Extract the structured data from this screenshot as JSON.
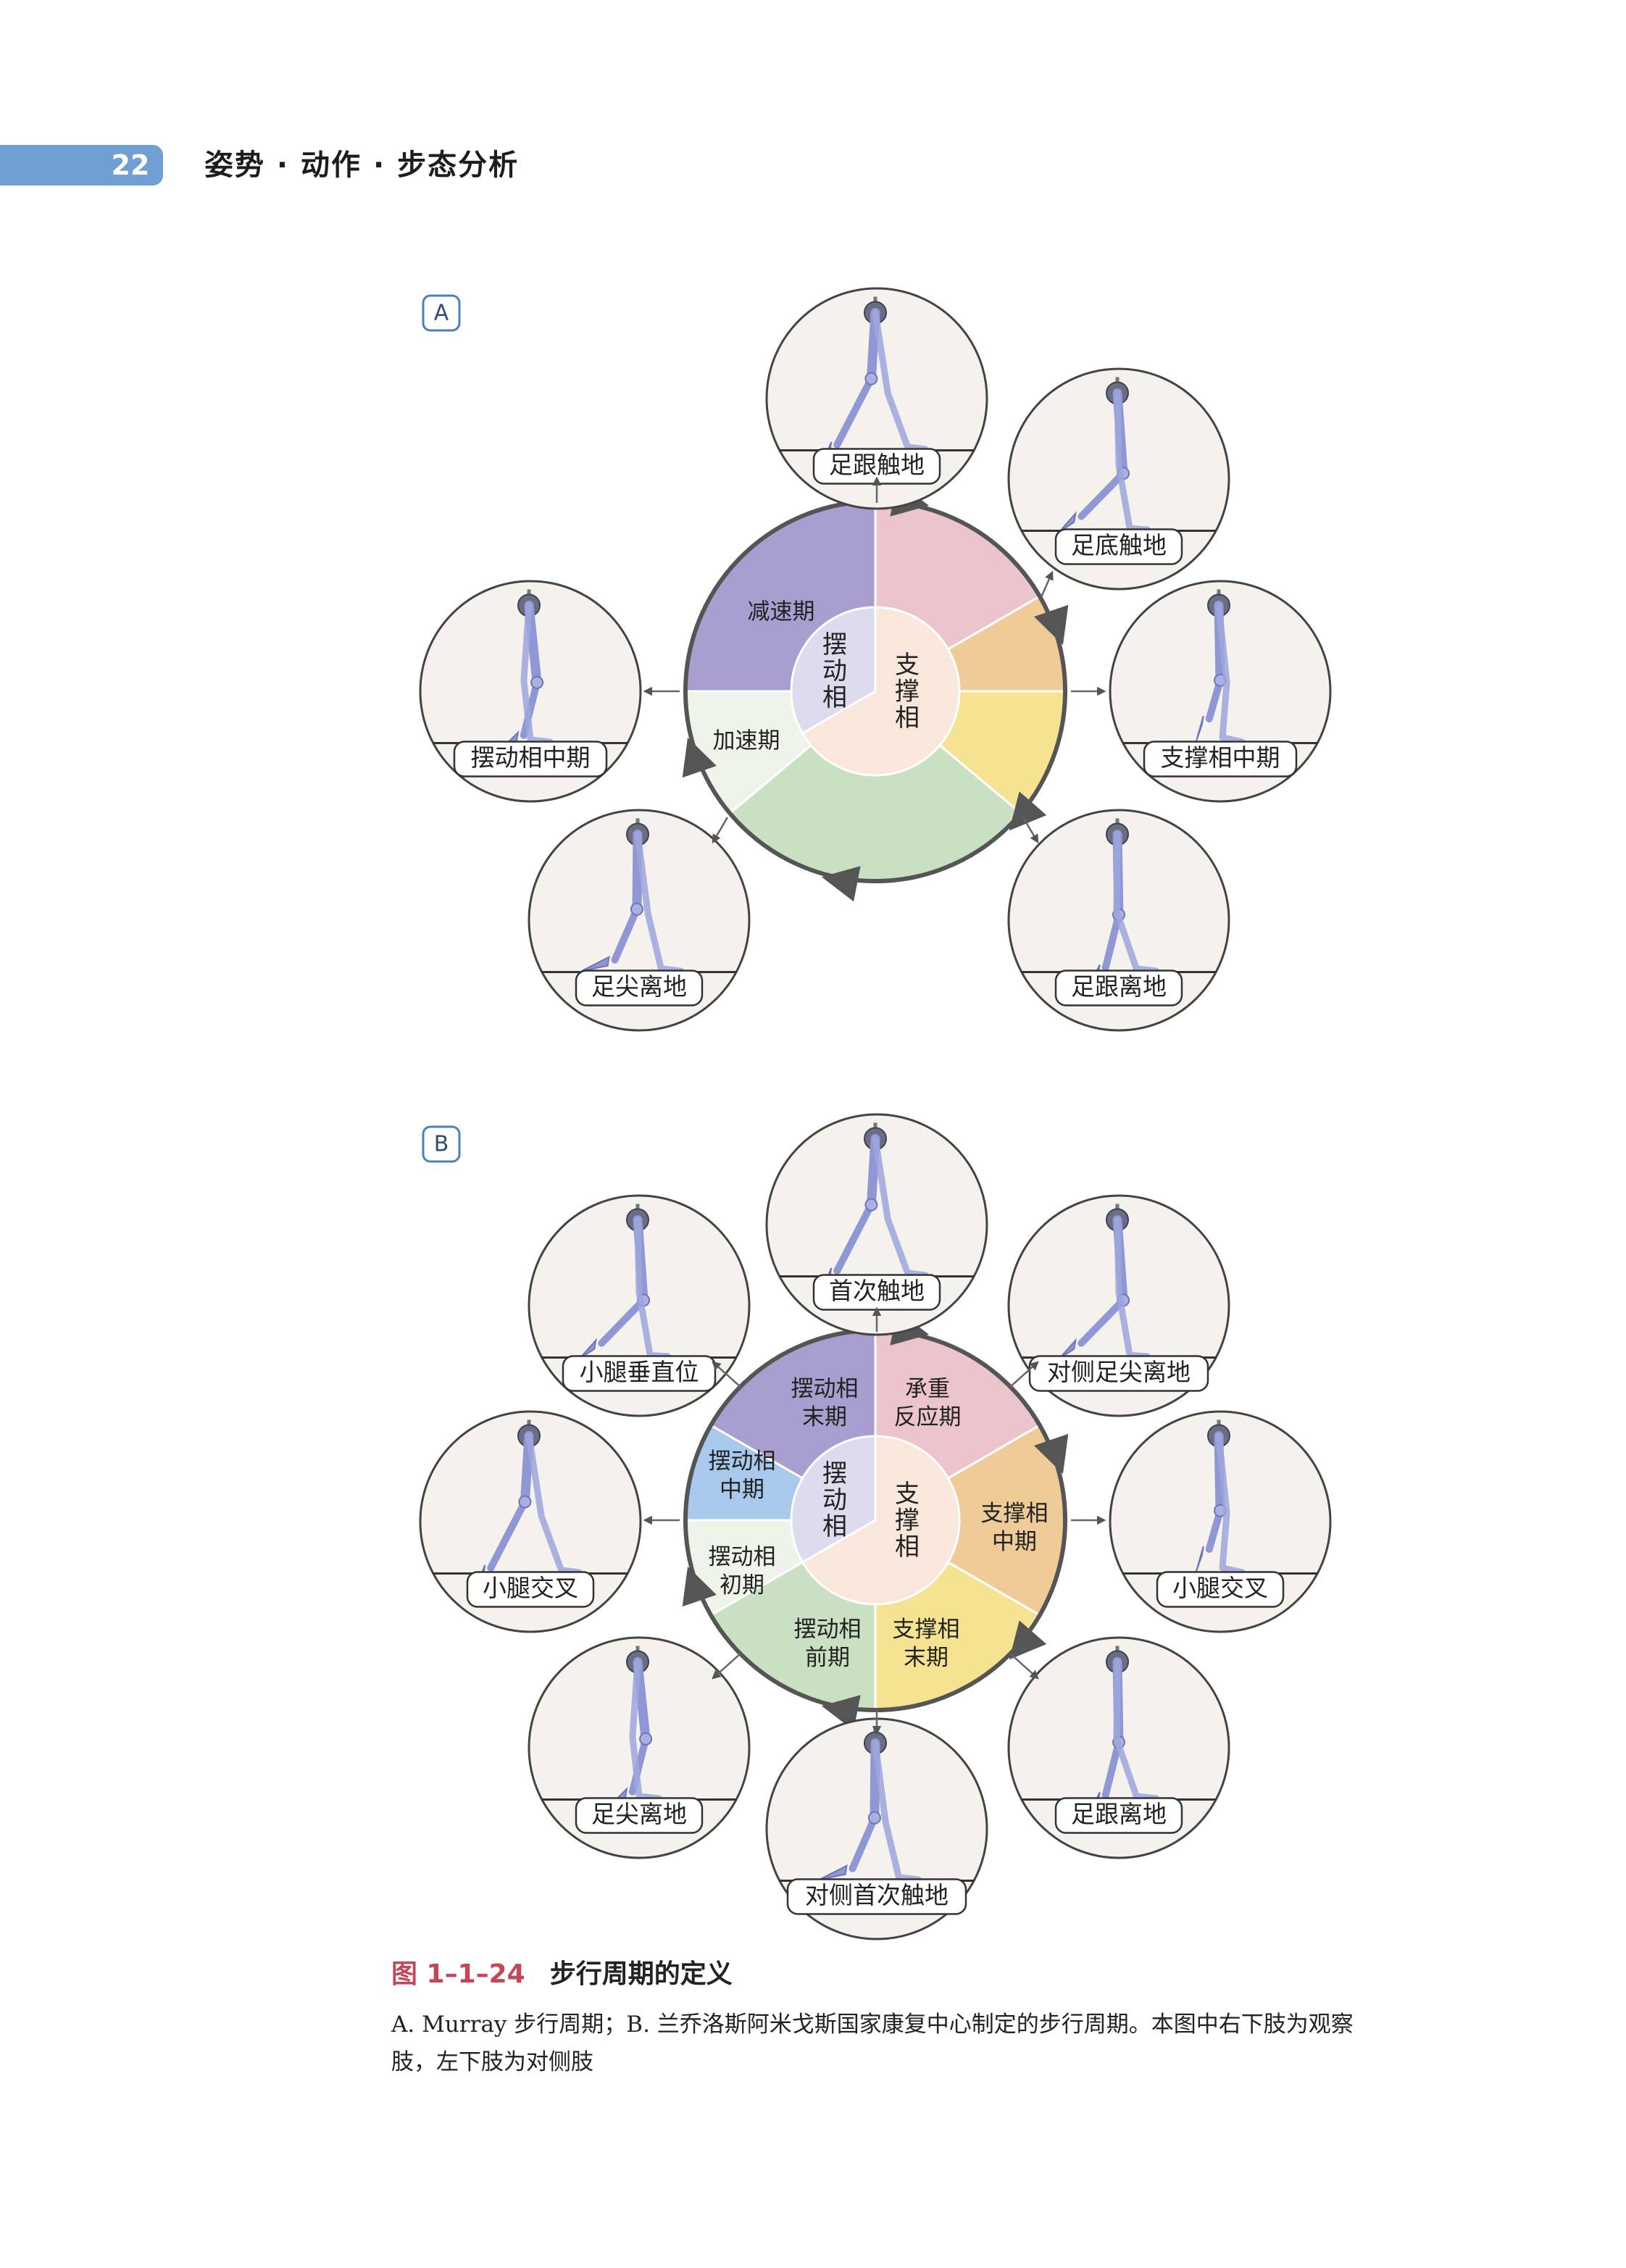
{
  "header": {
    "page_number": "22",
    "title": "姿势 · 动作 · 步态分析"
  },
  "colors": {
    "accent": "#6f9fd3",
    "figure_number": "#c34857",
    "phase_pink": "#ebc4cc",
    "phase_orange": "#efcb98",
    "phase_yellow": "#f6e391",
    "phase_green": "#c9e1c2",
    "phase_white": "#eef4ea",
    "phase_blue": "#a8c8ec",
    "phase_purple": "#a89fd0",
    "inner_stance": "#f9e7dc",
    "inner_swing": "#dcdcee",
    "limb": "#8f98d4",
    "disc": "#f5f2ee"
  },
  "panel_a": {
    "label": "A",
    "inner_swing": "摆动相",
    "inner_stance": "支撑相",
    "segments": [
      "减速期",
      "加速期"
    ],
    "stages": [
      "足跟触地",
      "足底触地",
      "支撑相中期",
      "足跟离地",
      "足尖离地",
      "摆动相中期"
    ]
  },
  "panel_b": {
    "label": "B",
    "inner_swing": "摆动相",
    "inner_stance": "支撑相",
    "segments": [
      [
        "承重",
        "反应期"
      ],
      [
        "支撑相",
        "中期"
      ],
      [
        "支撑相",
        "末期"
      ],
      [
        "摆动相",
        "前期"
      ],
      [
        "摆动相",
        "初期"
      ],
      [
        "摆动相",
        "中期"
      ],
      [
        "摆动相",
        "末期"
      ]
    ],
    "stages": [
      "首次触地",
      "对侧足尖离地",
      "小腿交叉",
      "足跟离地",
      "对侧首次触地",
      "足尖离地",
      "小腿交叉",
      "小腿垂直位"
    ]
  },
  "caption": {
    "figure_number": "图 1–1–24",
    "title": "步行周期的定义",
    "text": "A. Murray 步行周期；B. 兰乔洛斯阿米戈斯国家康复中心制定的步行周期。本图中右下肢为观察肢，左下肢为对侧肢"
  }
}
